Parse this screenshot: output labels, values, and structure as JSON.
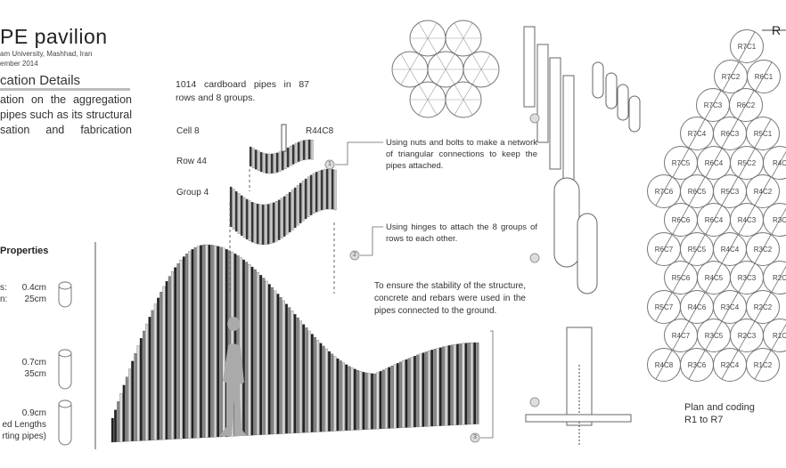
{
  "header": {
    "title": "PE pavilion",
    "location": "am University, Mashhad, Iran",
    "date": "ember 2014"
  },
  "section": {
    "heading": "cation Details",
    "paragraph": [
      "ation on the aggregation",
      "pipes such as its structural",
      "sation and fabrication"
    ]
  },
  "properties": {
    "heading": "Properties",
    "items": [
      {
        "label1": "s:",
        "value1": "0.4cm",
        "label2": "n:",
        "value2": "25cm"
      },
      {
        "value1": "0.7cm",
        "value2": "35cm"
      },
      {
        "value1": "0.9cm",
        "value2": "ed Lengths",
        "value3": "rting pipes)"
      }
    ]
  },
  "structure": {
    "summary": "1014 cardboard pipes in 87 rows and 8 groups.",
    "cell_label": "Cell 8",
    "cell_code": "R44C8",
    "row_label": "Row 44",
    "group_label": "Group 4"
  },
  "notes": [
    {
      "number": "1",
      "text": "Using nuts and bolts to make a network of triangular connections to keep the pipes attached."
    },
    {
      "number": "2",
      "text": "Using hinges to attach the 8 groups of rows to each other."
    },
    {
      "number": "3",
      "text": "To ensure the stability of the structure, concrete and rebars were used in the pipes connected to the ground."
    }
  ],
  "plan": {
    "corner_label": "R",
    "caption_line1": "Plan and coding",
    "caption_line2": "R1 to R7",
    "rows": [
      [
        "R7C1"
      ],
      [
        "R7C2",
        "R6C1"
      ],
      [
        "R7C3",
        "R6C2"
      ],
      [
        "R7C4",
        "R6C3",
        "R5C1"
      ],
      [
        "R7C5",
        "R6C4",
        "R5C2",
        "R4C"
      ],
      [
        "R7C6",
        "R6C5",
        "R5C3",
        "R4C2"
      ],
      [
        "R6C6",
        "R6C4",
        "R4C3",
        "R3C"
      ],
      [
        "R6C7",
        "R5C5",
        "R4C4",
        "R3C2"
      ],
      [
        "R5C6",
        "R4C5",
        "R3C3",
        "R2C"
      ],
      [
        "R5C7",
        "R4C6",
        "R3C4",
        "R2C2"
      ],
      [
        "R4C7",
        "R3C5",
        "R2C3",
        "R1C"
      ],
      [
        "R4C8",
        "R3C6",
        "R2C4",
        "R1C2"
      ]
    ]
  },
  "colors": {
    "ink": "#333333",
    "line": "#888888"
  }
}
